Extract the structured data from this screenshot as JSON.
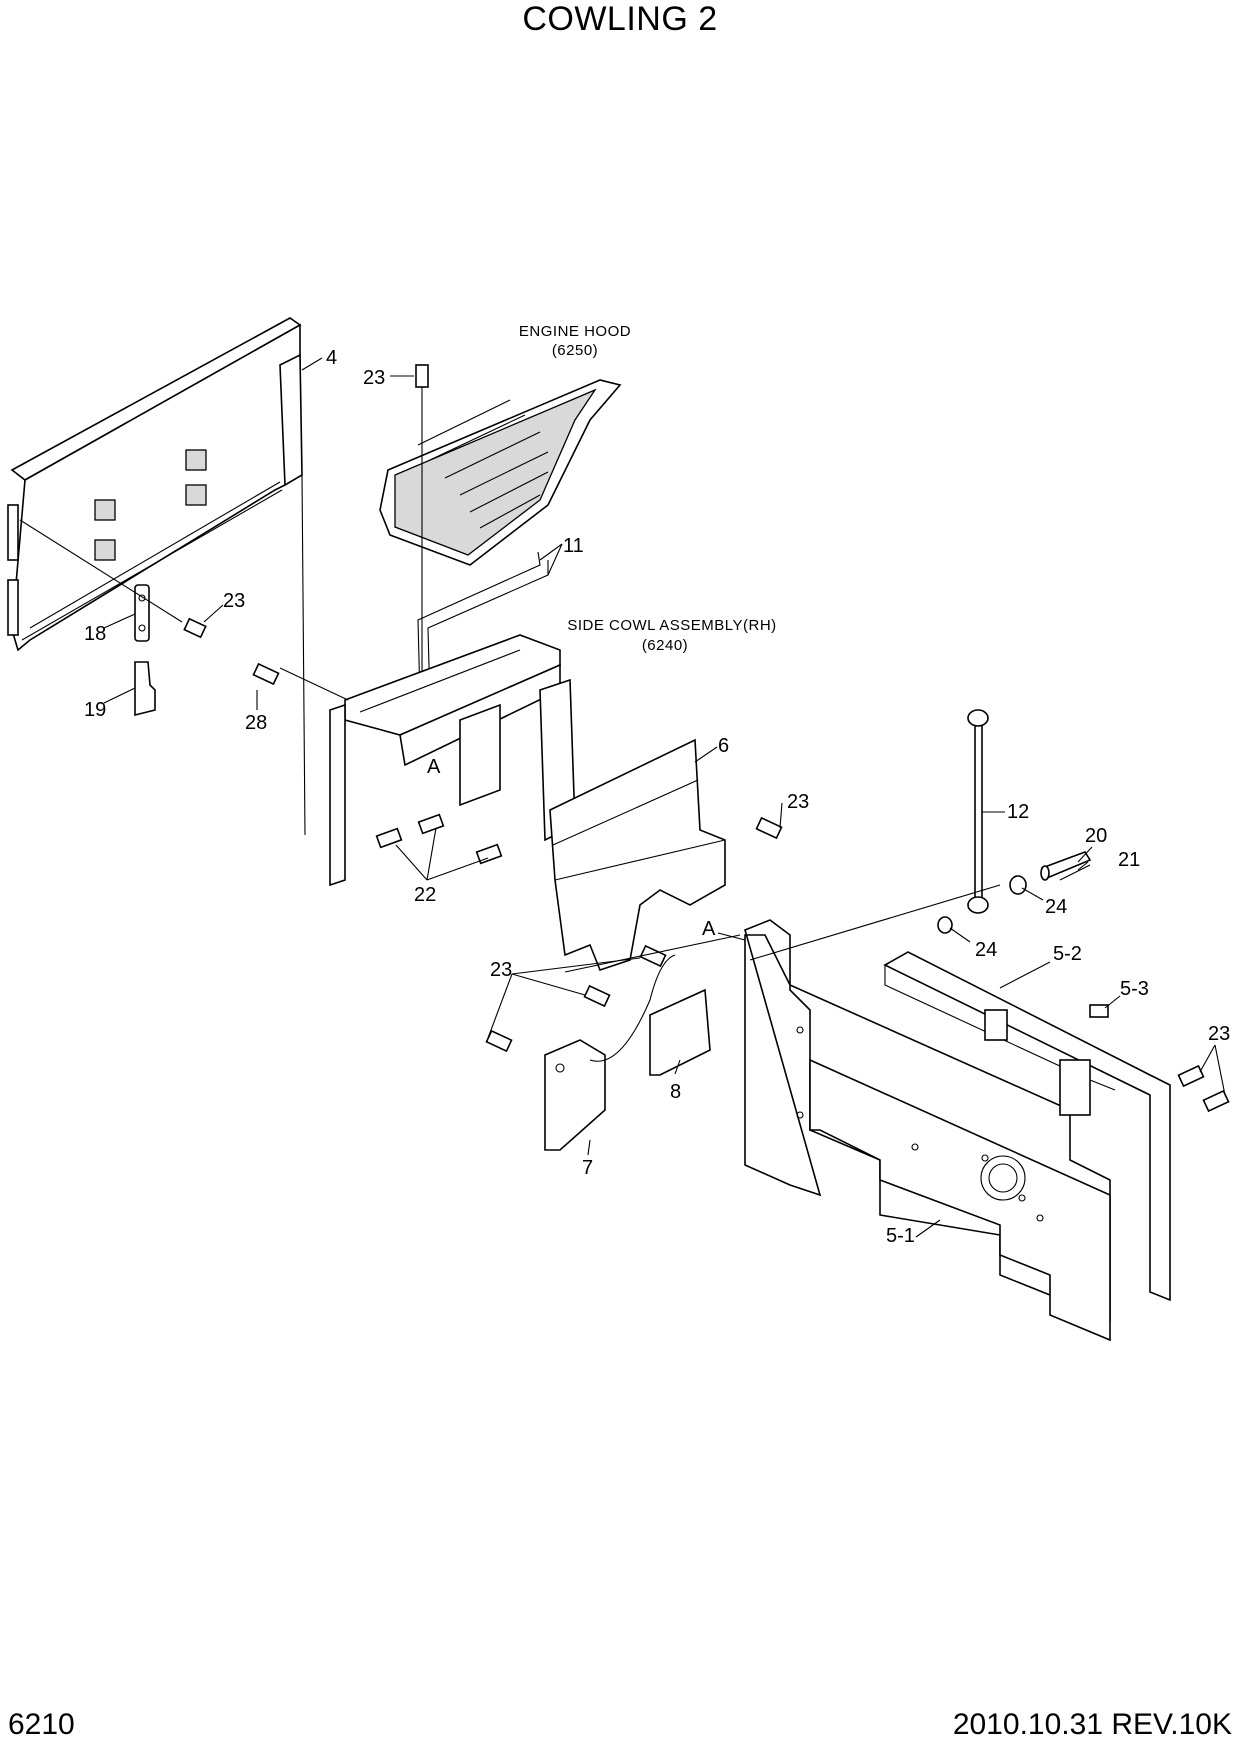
{
  "title": "COWLING 2",
  "page_number": "6210",
  "revision": "2010.10.31  REV.10K",
  "notes": {
    "engine_hood": "ENGINE HOOD",
    "engine_hood_ref": "(6250)",
    "side_cowl": "SIDE COWL ASSEMBLY(RH)",
    "side_cowl_ref": "(6240)"
  },
  "callouts": {
    "c4": "4",
    "c23a": "23",
    "c11": "11",
    "c23b": "23",
    "c18": "18",
    "c19": "19",
    "c28": "28",
    "cA1": "A",
    "c6": "6",
    "c23c": "23",
    "c22": "22",
    "c12": "12",
    "c20": "20",
    "c21": "21",
    "c24a": "24",
    "c24b": "24",
    "cA2": "A",
    "c23d": "23",
    "c52": "5-2",
    "c53": "5-3",
    "c23e": "23",
    "c8": "8",
    "c7": "7",
    "c51": "5-1"
  }
}
